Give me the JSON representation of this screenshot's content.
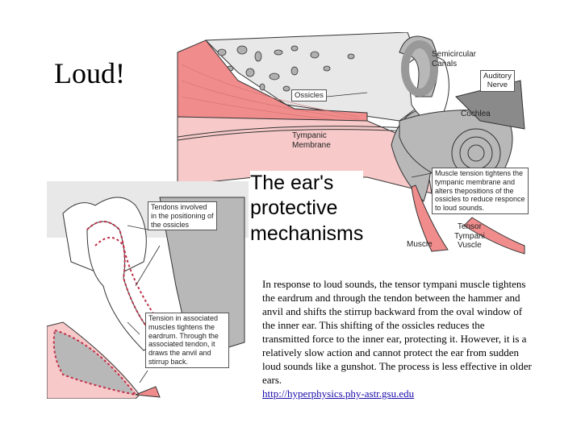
{
  "slide": {
    "title": "Loud!",
    "caption": "In response to loud sounds, the tensor tympani muscle tightens the eardrum and through the tendon between the hammer and anvil and shifts the stirrup backward from the oval window of the inner ear. This shifting of the ossicles reduces the transmitted force to the inner ear, protecting it. However, it is a relatively slow action and cannot protect the ear from sudden loud sounds like a gunshot. The process is less effective in older ears.",
    "link": "http://hyperphysics.phy-astr.gsu.edu"
  },
  "big_figure": {
    "title": "The ear's\nprotective\nmechanisms",
    "labels": {
      "semicircular": "Semicircular\nCanals",
      "auditory": "Auditory\nNerve",
      "ossicles": "Ossicles",
      "cochlea": "Cochlea",
      "tympanic": "Tympanic\nMembrane",
      "muscle_tension": "Muscle tension tightens the tympanic membrane and alters thepositions of the ossicles to reduce responce to loud sounds.",
      "tensor": "Tensor\nTympani\nVuscle",
      "muscle": "Muscle"
    }
  },
  "small_figure": {
    "labels": {
      "tendons": "Tendons involved in the positioning of the ossicles",
      "tension": "Tension in associated muscles tightens the eardrum. Through the associated tendon, it draws the anvil and stirrup back."
    }
  },
  "colors": {
    "pink_muscle": "#f08c8c",
    "pink_light": "#f7c9c9",
    "bone_gray": "#e8e8e8",
    "gray_dark": "#9a9a9a",
    "gray_mid": "#b8b8b8",
    "dotted_red": "#c0304a",
    "link": "#1a0dab"
  }
}
